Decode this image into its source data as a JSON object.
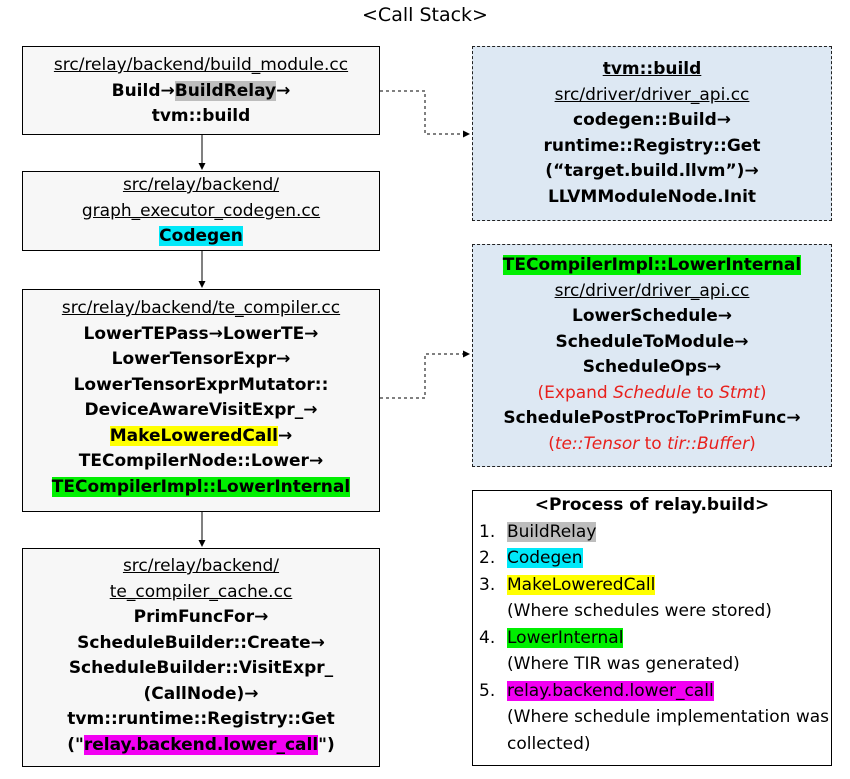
{
  "title": "<Call Stack>",
  "box1": {
    "file": "src/relay/backend/build_module.cc",
    "l2a": "Build→",
    "l2b": "BuildRelay",
    "l2c": "→",
    "l3": "tvm::build"
  },
  "box2": {
    "file1": "src/relay/backend/",
    "file2": "graph_executor_codegen.cc",
    "fn": "Codegen"
  },
  "box3": {
    "file": "src/relay/backend/te_compiler.cc",
    "l1": "LowerTEPass→LowerTE→",
    "l2": "LowerTensorExpr→",
    "l3": "LowerTensorExprMutator::",
    "l4": "DeviceAwareVisitExpr_→",
    "l5a": "MakeLoweredCall",
    "l5b": "→",
    "l6": "TECompilerNode::Lower→",
    "l7": "TECompilerImpl::LowerInternal"
  },
  "box4": {
    "file1": "src/relay/backend/",
    "file2": "te_compiler_cache.cc",
    "l1": "PrimFuncFor→",
    "l2": "ScheduleBuilder::Create→",
    "l3": "ScheduleBuilder::VisitExpr_",
    "l4": "(CallNode)→",
    "l5": "tvm::runtime::Registry::Get",
    "l6a": "(\"",
    "l6b": "relay.backend.lower_call",
    "l6c": "\")"
  },
  "boxR1": {
    "head": "tvm::build",
    "file": "src/driver/driver_api.cc",
    "l1": "codegen::Build→",
    "l2": "runtime::Registry::Get",
    "l3": "(“target.build.llvm”)→",
    "l4": "LLVMModuleNode.Init"
  },
  "boxR2": {
    "head": "TECompilerImpl::LowerInternal",
    "file": "src/driver/driver_api.cc",
    "l1": "LowerSchedule→",
    "l2": "ScheduleToModule→",
    "l3": "ScheduleOps→",
    "l4a": "(Expand ",
    "l4b": "Schedule",
    "l4c": " to ",
    "l4d": "Stmt",
    "l4e": ")",
    "l5": "SchedulePostProcToPrimFunc→",
    "l6a": "(",
    "l6b": "te::Tensor",
    "l6c": " to ",
    "l6d": "tir::Buffer",
    "l6e": ")"
  },
  "legend": {
    "title": "<Process of relay.build>",
    "items": [
      {
        "num": "1.",
        "label": "BuildRelay",
        "note": ""
      },
      {
        "num": "2.",
        "label": "Codegen",
        "note": ""
      },
      {
        "num": "3.",
        "label": "MakeLoweredCall",
        "note": "(Where schedules were stored)"
      },
      {
        "num": "4.",
        "label": "LowerInternal",
        "note": "(Where TIR was generated)"
      },
      {
        "num": "5.",
        "label": "relay.backend.lower_call",
        "note": "(Where schedule implementation was collected)"
      }
    ]
  },
  "colors": {
    "gray": "#bdbdbd",
    "cyan": "#00e8f8",
    "yellow": "#ffff00",
    "green": "#00ef00",
    "magenta": "#f200f2",
    "red": "#e8201c",
    "panel_blue": "#dde8f3"
  }
}
